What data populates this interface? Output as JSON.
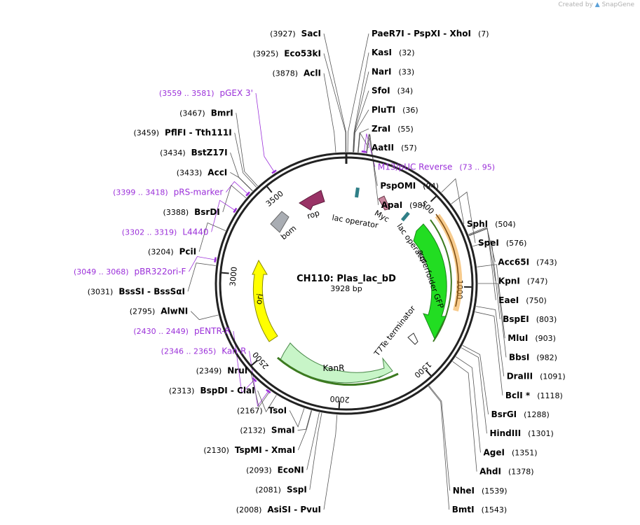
{
  "credit": {
    "prefix": "Created by",
    "brand": "SnapGene"
  },
  "plasmid": {
    "name": "CH110: Plas_lac_bD",
    "length_label": "3928 bp",
    "length": 3928
  },
  "colors": {
    "enzyme": "#000000",
    "primer": "#9b30d9",
    "backbone": "#000000"
  },
  "ticks": [
    {
      "pos": 500,
      "label": "500"
    },
    {
      "pos": 1000,
      "label": "1000"
    },
    {
      "pos": 1500,
      "label": "1500"
    },
    {
      "pos": 2000,
      "label": "2000"
    },
    {
      "pos": 2500,
      "label": "2500"
    },
    {
      "pos": 3000,
      "label": "3000"
    },
    {
      "pos": 3500,
      "label": "3500"
    }
  ],
  "enzymes": [
    {
      "name": "SacI",
      "pos": "(3927)",
      "site": 3927,
      "side": "left"
    },
    {
      "name": "Eco53kI",
      "pos": "(3925)",
      "site": 3925,
      "side": "left"
    },
    {
      "name": "AclI",
      "pos": "(3878)",
      "site": 3878,
      "side": "left"
    },
    {
      "name": "BmrI",
      "pos": "(3467)",
      "site": 3467,
      "side": "left"
    },
    {
      "name": "PflFI  - Tth111I",
      "pos": "(3459)",
      "site": 3459,
      "side": "left"
    },
    {
      "name": "BstZ17I",
      "pos": "(3434)",
      "site": 3434,
      "side": "left"
    },
    {
      "name": "AccI",
      "pos": "(3433)",
      "site": 3433,
      "side": "left"
    },
    {
      "name": "BsrDI",
      "pos": "(3388)",
      "site": 3388,
      "side": "left"
    },
    {
      "name": "PciI",
      "pos": "(3204)",
      "site": 3204,
      "side": "left"
    },
    {
      "name": "BssSI  - BssSαI",
      "pos": "(3031)",
      "site": 3031,
      "side": "left"
    },
    {
      "name": "AlwNI",
      "pos": "(2795)",
      "site": 2795,
      "side": "left"
    },
    {
      "name": "NruI",
      "pos": "(2349)",
      "site": 2349,
      "side": "left"
    },
    {
      "name": "BspDI  - ClaI",
      "pos": "(2313)",
      "site": 2313,
      "side": "left"
    },
    {
      "name": "TsoI",
      "pos": "(2167)",
      "site": 2167,
      "side": "left"
    },
    {
      "name": "SmaI",
      "pos": "(2132)",
      "site": 2132,
      "side": "left"
    },
    {
      "name": "TspMI  - XmaI",
      "pos": "(2130)",
      "site": 2130,
      "side": "left"
    },
    {
      "name": "EcoNI",
      "pos": "(2093)",
      "site": 2093,
      "side": "left"
    },
    {
      "name": "SspI",
      "pos": "(2081)",
      "site": 2081,
      "side": "left"
    },
    {
      "name": "AsiSI  - PvuI",
      "pos": "(2008)",
      "site": 2008,
      "side": "left"
    },
    {
      "name": "PaeR7I  - PspXI  - XhoI",
      "pos": "(7)",
      "site": 7,
      "side": "right"
    },
    {
      "name": "KasI",
      "pos": "(32)",
      "site": 32,
      "side": "right"
    },
    {
      "name": "NarI",
      "pos": "(33)",
      "site": 33,
      "side": "right"
    },
    {
      "name": "SfoI",
      "pos": "(34)",
      "site": 34,
      "side": "right"
    },
    {
      "name": "PluTI",
      "pos": "(36)",
      "site": 36,
      "side": "right"
    },
    {
      "name": "ZraI",
      "pos": "(55)",
      "site": 55,
      "side": "right"
    },
    {
      "name": "AatII",
      "pos": "(57)",
      "site": 57,
      "side": "right"
    },
    {
      "name": "PspOMI",
      "pos": "(94)",
      "site": 94,
      "side": "right"
    },
    {
      "name": "ApaI",
      "pos": "(98)",
      "site": 98,
      "side": "right"
    },
    {
      "name": "SphI",
      "pos": "(504)",
      "site": 504,
      "side": "right"
    },
    {
      "name": "SpeI",
      "pos": "(576)",
      "site": 576,
      "side": "right"
    },
    {
      "name": "Acc65I",
      "pos": "(743)",
      "site": 743,
      "side": "right"
    },
    {
      "name": "KpnI",
      "pos": "(747)",
      "site": 747,
      "side": "right"
    },
    {
      "name": "EaeI",
      "pos": "(750)",
      "site": 750,
      "side": "right"
    },
    {
      "name": "BspEI",
      "pos": "(803)",
      "site": 803,
      "side": "right"
    },
    {
      "name": "MluI",
      "pos": "(903)",
      "site": 903,
      "side": "right"
    },
    {
      "name": "BbsI",
      "pos": "(982)",
      "site": 982,
      "side": "right"
    },
    {
      "name": "DraIII",
      "pos": "(1091)",
      "site": 1091,
      "side": "right"
    },
    {
      "name": "BclI *",
      "pos": "(1118)",
      "site": 1118,
      "side": "right"
    },
    {
      "name": "BsrGI",
      "pos": "(1288)",
      "site": 1288,
      "side": "right"
    },
    {
      "name": "HindIII",
      "pos": "(1301)",
      "site": 1301,
      "side": "right"
    },
    {
      "name": "AgeI",
      "pos": "(1351)",
      "site": 1351,
      "side": "right"
    },
    {
      "name": "AhdI",
      "pos": "(1378)",
      "site": 1378,
      "side": "right"
    },
    {
      "name": "NheI",
      "pos": "(1539)",
      "site": 1539,
      "side": "right"
    },
    {
      "name": "BmtI",
      "pos": "(1543)",
      "site": 1543,
      "side": "right"
    }
  ],
  "primers": [
    {
      "name": "pGEX 3'",
      "range": "(3559 .. 3581)",
      "site": 3570,
      "side": "left"
    },
    {
      "name": "pRS-marker",
      "range": "(3399 .. 3418)",
      "site": 3408,
      "side": "left"
    },
    {
      "name": "L4440",
      "range": "(3302 .. 3319)",
      "site": 3310,
      "side": "left"
    },
    {
      "name": "pBR322ori-F",
      "range": "(3049 .. 3068)",
      "site": 3058,
      "side": "left"
    },
    {
      "name": "pENTR-R",
      "range": "(2430 .. 2449)",
      "site": 2440,
      "side": "left"
    },
    {
      "name": "Kan-R",
      "range": "(2346 .. 2365)",
      "site": 2355,
      "side": "left"
    },
    {
      "name": "M13/pUC Reverse",
      "range": "(73 .. 95)",
      "site": 84,
      "side": "right"
    }
  ],
  "features": [
    {
      "label": "rop",
      "type": "cds",
      "color": "#993366"
    },
    {
      "label": "bom",
      "type": "misc",
      "color": "#a9adb3"
    },
    {
      "label": "lac operator",
      "type": "operator",
      "color": "#2f7f87"
    },
    {
      "label": "Myc",
      "type": "tag",
      "color": "#c9879f"
    },
    {
      "label": "lac operator",
      "type": "operator",
      "color": "#2f7f87"
    },
    {
      "label": "superfolder GFP",
      "type": "cds",
      "color": "#22dd22"
    },
    {
      "label": "T7Te terminator",
      "type": "terminator",
      "color": "#ffffff"
    },
    {
      "label": "KanR",
      "type": "cds",
      "color": "#c8f5c8"
    },
    {
      "label": "ori",
      "type": "origin",
      "color": "#ffff00"
    }
  ]
}
